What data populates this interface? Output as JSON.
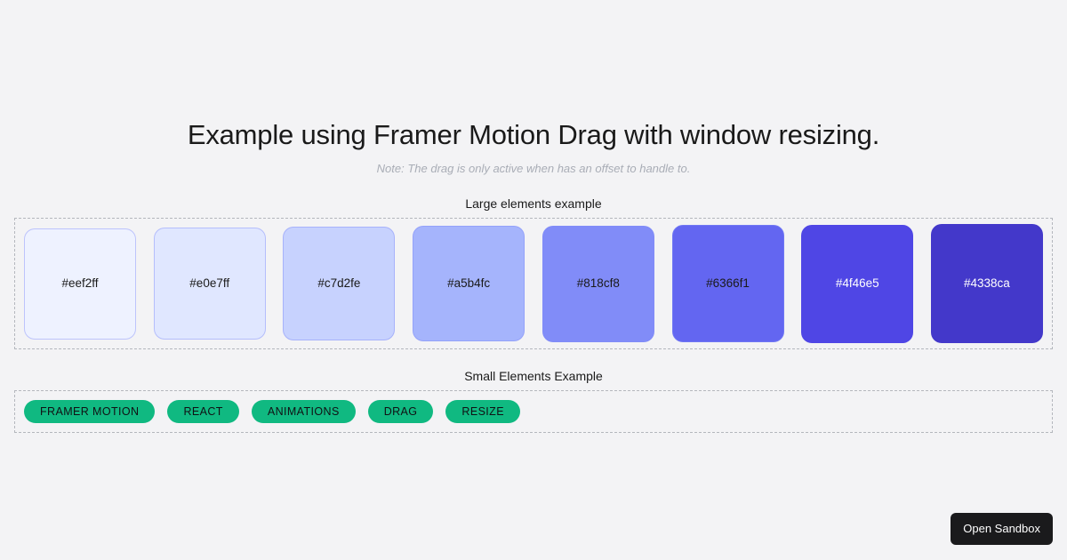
{
  "page": {
    "background_color": "#f3f3f5",
    "title": "Example using Framer Motion Drag with window resizing.",
    "note": "Note: The drag is only active when has an offset to handle to."
  },
  "large_section": {
    "label": "Large elements example",
    "swatches": [
      {
        "label": "#eef2ff",
        "color": "#eef2ff",
        "height": 125,
        "text_color": "#1a1a1a"
      },
      {
        "label": "#e0e7ff",
        "color": "#e0e7ff",
        "height": 126,
        "text_color": "#1a1a1a"
      },
      {
        "label": "#c7d2fe",
        "color": "#c7d2fe",
        "height": 128,
        "text_color": "#1a1a1a"
      },
      {
        "label": "#a5b4fc",
        "color": "#a5b4fc",
        "height": 130,
        "text_color": "#1a1a1a"
      },
      {
        "label": "#818cf8",
        "color": "#818cf8",
        "height": 131,
        "text_color": "#1a1a1a"
      },
      {
        "label": "#6366f1",
        "color": "#6366f1",
        "height": 132,
        "text_color": "#1a1a1a"
      },
      {
        "label": "#4f46e5",
        "color": "#4f46e5",
        "height": 133,
        "text_color": "#ffffff"
      },
      {
        "label": "#4338ca",
        "color": "#4338ca",
        "height": 134,
        "text_color": "#ffffff"
      }
    ]
  },
  "small_section": {
    "label": "Small Elements Example",
    "pill_color": "#10b981",
    "pills": [
      {
        "label": "FRAMER MOTION"
      },
      {
        "label": "REACT"
      },
      {
        "label": "ANIMATIONS"
      },
      {
        "label": "DRAG"
      },
      {
        "label": "RESIZE"
      }
    ]
  },
  "footer": {
    "sandbox_button_label": "Open Sandbox",
    "sandbox_button_color": "#1a1a1c"
  }
}
